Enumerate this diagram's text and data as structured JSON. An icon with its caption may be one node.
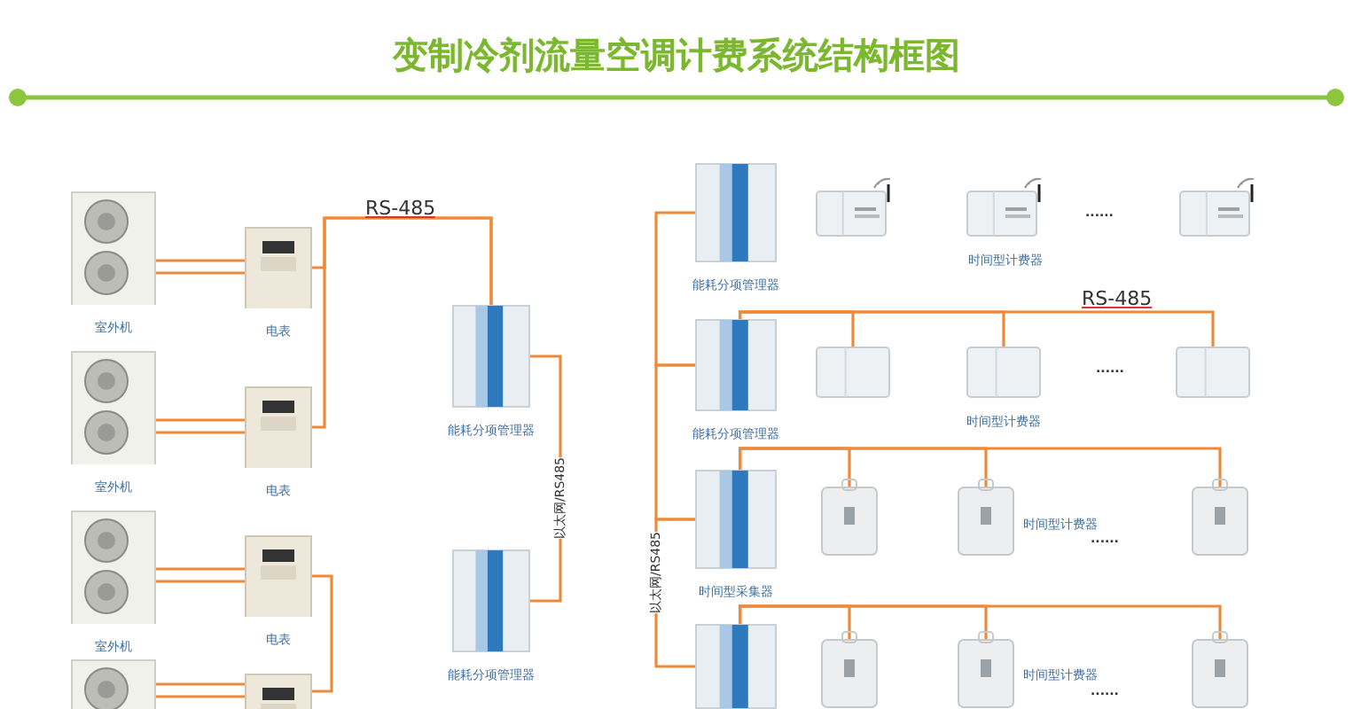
{
  "diagram": {
    "title": "变制冷剂流量空调计费系统结构框图",
    "nodes": [
      {
        "text": [
          "室外机"
        ]
      },
      {
        "text": [
          "电表"
        ]
      },
      {
        "text": [
          "室外机"
        ]
      },
      {
        "text": [
          "电表"
        ]
      },
      {
        "text": [
          "室外机"
        ]
      },
      {
        "text": [
          "电表"
        ]
      },
      {
        "text": [],
        "shape": "picture"
      },
      {
        "text": [],
        "shape": "picture"
      },
      {
        "text": [
          "能耗分项管理器"
        ]
      },
      {
        "text": [
          "能耗分项管理器"
        ]
      },
      {
        "text": [
          "能耗分项管理器"
        ]
      },
      {
        "text": [],
        "shape": "picture"
      },
      {
        "text": [
          "时间型计费器"
        ]
      },
      {
        "text": [],
        "shape": "picture"
      },
      {
        "text": [
          "能耗分项管理器"
        ]
      },
      {
        "text": [],
        "shape": "picture"
      },
      {
        "text": [
          "时间型计费器"
        ]
      },
      {
        "text": [],
        "shape": "picture"
      },
      {
        "text": [
          "时间型采集器"
        ]
      },
      {
        "text": [],
        "shape": "picture"
      },
      {
        "text": [],
        "shape": "picture",
        "beside": [
          "时间型计费器"
        ]
      },
      {
        "text": [],
        "shape": "picture"
      },
      {
        "text": [],
        "shape": "picture"
      },
      {
        "text": [],
        "shape": "picture"
      },
      {
        "text": [],
        "shape": "picture",
        "beside": [
          "时间型计费器"
        ]
      },
      {
        "text": [],
        "shape": "picture"
      }
    ],
    "edges": [
      {
        "from": 0,
        "to": 1,
        "arrow": "none"
      },
      {
        "from": 2,
        "to": 3,
        "arrow": "none"
      },
      {
        "from": 4,
        "to": 5,
        "arrow": "none"
      },
      {
        "from": 6,
        "to": 7,
        "arrow": "none"
      },
      {
        "from": 1,
        "to": 8,
        "arrow": "none",
        "label": "RS-485"
      },
      {
        "from": 3,
        "to": 8,
        "arrow": "none"
      },
      {
        "from": 5,
        "to": 7,
        "arrow": "none"
      },
      {
        "from": 8,
        "to": 9,
        "arrow": "none",
        "label": "以太网/RS485"
      },
      {
        "from": 10,
        "to": 14,
        "arrow": "none"
      },
      {
        "from": 14,
        "to": 18,
        "arrow": "none"
      },
      {
        "from": 18,
        "to": 22,
        "arrow": "none",
        "label": "以太网/RS485"
      },
      {
        "from": 14,
        "to": 15,
        "arrow": "none"
      },
      {
        "from": 14,
        "to": 16,
        "arrow": "none"
      },
      {
        "from": 14,
        "to": 17,
        "arrow": "none",
        "label": "RS-485"
      },
      {
        "from": 18,
        "to": 19,
        "arrow": "none"
      },
      {
        "from": 18,
        "to": 20,
        "arrow": "none"
      },
      {
        "from": 18,
        "to": 21,
        "arrow": "none"
      },
      {
        "from": 22,
        "to": 23,
        "arrow": "none"
      },
      {
        "from": 22,
        "to": 24,
        "arrow": "none"
      },
      {
        "from": 22,
        "to": 25,
        "arrow": "none"
      }
    ],
    "labels": [
      "......",
      "......",
      "......",
      "......"
    ]
  }
}
